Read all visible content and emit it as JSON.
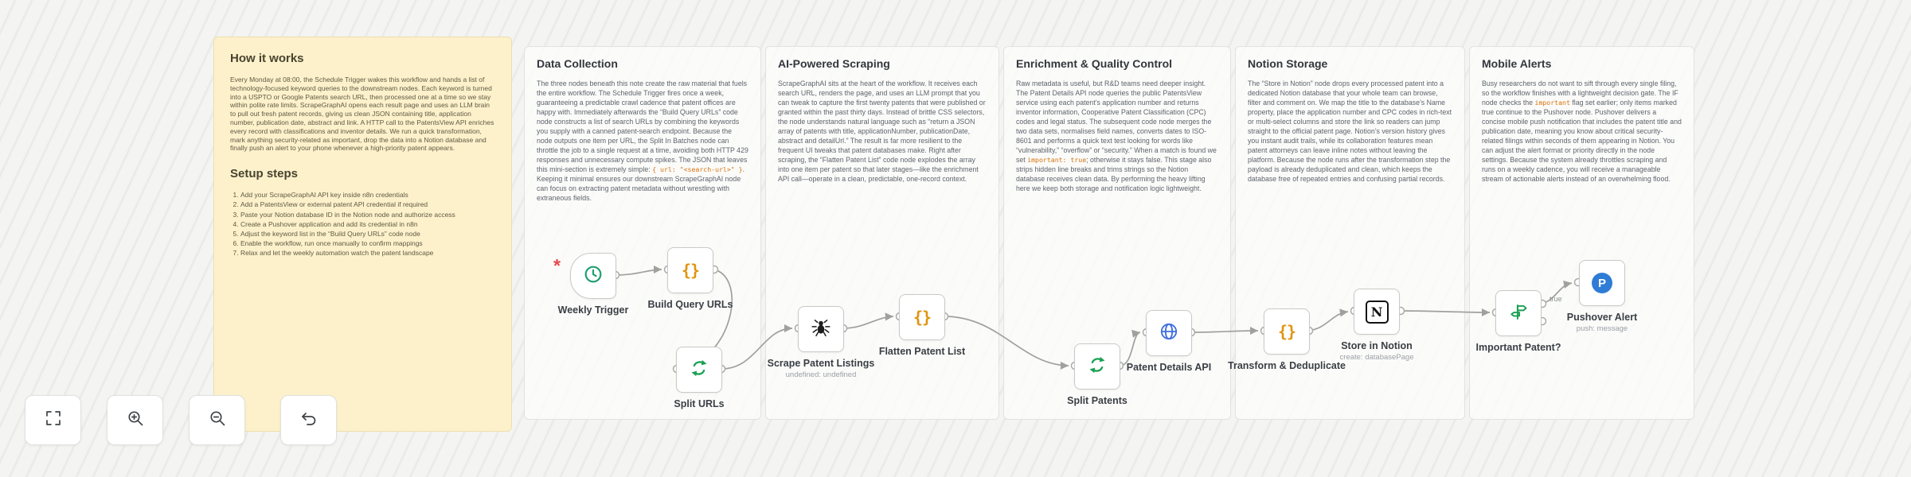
{
  "colors": {
    "sticky_yellow": "#fdf1cb",
    "panel_bg": "#fbfbfa",
    "node_border": "#c9c9c6",
    "wire": "#a0a09d",
    "accent_green": "#1aa053",
    "accent_orange": "#e0940f",
    "accent_blue": "#2e7cd6",
    "alert_red": "#e5484d",
    "code_orange": "#d9730d"
  },
  "sticky_note": {
    "title": "How it works",
    "paragraph": "Every Monday at 08:00, the Schedule Trigger wakes this workflow and hands a list of technology-focused keyword queries to the downstream nodes. Each keyword is turned into a USPTO or Google Patents search URL, then processed one at a time so we stay within polite rate limits. ScrapeGraphAI opens each result page and uses an LLM brain to pull out fresh patent records, giving us clean JSON containing title, application number, publication date, abstract and link. A HTTP call to the PatentsView API enriches every record with classifications and inventor details. We run a quick transformation, mark anything security-related as important, drop the data into a Notion database and finally push an alert to your phone whenever a high-priority patent appears.",
    "subtitle": "Setup steps",
    "steps": [
      "Add your ScrapeGraphAI API key inside n8n credentials",
      "Add a PatentsView or external patent API credential if required",
      "Paste your Notion database ID in the Notion node and authorize access",
      "Create a Pushover application and add its credential in n8n",
      "Adjust the keyword list in the “Build Query URLs” code node",
      "Enable the workflow, run once manually to confirm mappings",
      "Relax and let the weekly automation watch the patent landscape"
    ]
  },
  "sections": [
    {
      "title": "Data Collection",
      "body": [
        {
          "t": "text",
          "v": "The three nodes beneath this note create the raw material that fuels the entire workflow. The Schedule Trigger fires once a week, guaranteeing a predictable crawl cadence that patent offices are happy with. Immediately afterwards the “Build Query URLs” code node constructs a list of search URLs by combining the keywords you supply with a canned patent-search endpoint. Because the node outputs one item per URL, the Split In Batches node can throttle the job to a single request at a time, avoiding both HTTP 429 responses and unnecessary compute spikes. The JSON that leaves this mini-section is extremely simple: "
        },
        {
          "t": "code",
          "v": "{ url: \"<search-url>\" }"
        },
        {
          "t": "text",
          "v": ". Keeping it minimal ensures our downstream ScrapeGraphAI node can focus on extracting patent metadata without wrestling with extraneous fields."
        }
      ]
    },
    {
      "title": "AI-Powered Scraping",
      "body": [
        {
          "t": "text",
          "v": "ScrapeGraphAI sits at the heart of the workflow. It receives each search URL, renders the page, and uses an LLM prompt that you can tweak to capture the first twenty patents that were published or granted within the past thirty days. Instead of brittle CSS selectors, the node understands natural language such as “return a JSON array of patents with title, applicationNumber, publicationDate, abstract and detailUrl.” The result is far more resilient to the frequent UI tweaks that patent databases make. Right after scraping, the “Flatten Patent List” code node explodes the array into one item per patent so that later stages—like the enrichment API call—operate in a clean, predictable, one-record context."
        }
      ]
    },
    {
      "title": "Enrichment & Quality Control",
      "body": [
        {
          "t": "text",
          "v": "Raw metadata is useful, but R&D teams need deeper insight. The Patent Details API node queries the public PatentsView service using each patent’s application number and returns inventor information, Cooperative Patent Classification (CPC) codes and legal status. The subsequent code node merges the two data sets, normalises field names, converts dates to ISO-8601 and performs a quick text test looking for words like “vulnerability,” “overflow” or “security.” When a match is found we set "
        },
        {
          "t": "code",
          "v": "important: true"
        },
        {
          "t": "text",
          "v": "; otherwise it stays false. This stage also strips hidden line breaks and trims strings so the Notion database receives clean data. By performing the heavy lifting here we keep both storage and notification logic lightweight."
        }
      ]
    },
    {
      "title": "Notion Storage",
      "body": [
        {
          "t": "text",
          "v": "The “Store in Notion” node drops every processed patent into a dedicated Notion database that your whole team can browse, filter and comment on. We map the title to the database’s Name property, place the application number and CPC codes in rich-text or multi-select columns and store the link so readers can jump straight to the official patent page. Notion’s version history gives you instant audit trails, while its collaboration features mean patent attorneys can leave inline notes without leaving the platform. Because the node runs after the transformation step the payload is already deduplicated and clean, which keeps the database free of repeated entries and confusing partial records."
        }
      ]
    },
    {
      "title": "Mobile Alerts",
      "body": [
        {
          "t": "text",
          "v": "Busy researchers do not want to sift through every single filing, so the workflow finishes with a lightweight decision gate. The IF node checks the "
        },
        {
          "t": "code",
          "v": "important"
        },
        {
          "t": "text",
          "v": " flag set earlier; only items marked true continue to the Pushover node. Pushover delivers a concise mobile push notification that includes the patent title and publication date, meaning you know about critical security-related filings within seconds of them appearing in Notion. You can adjust the alert format or priority directly in the node settings. Because the system already throttles scraping and runs on a weekly cadence, you will receive a manageable stream of actionable alerts instead of an overwhelming flood."
        }
      ]
    }
  ],
  "nodes": [
    {
      "label": "Weekly Trigger",
      "icon": "clock-icon"
    },
    {
      "label": "Build Query URLs",
      "icon": "code-braces-icon"
    },
    {
      "label": "Split URLs",
      "icon": "loop-icon"
    },
    {
      "label": "Scrape Patent Listings",
      "icon": "spider-icon",
      "sublabel": "undefined: undefined"
    },
    {
      "label": "Flatten Patent List",
      "icon": "code-braces-icon"
    },
    {
      "label": "Split Patents",
      "icon": "loop-icon"
    },
    {
      "label": "Patent Details API",
      "icon": "globe-icon"
    },
    {
      "label": "Transform & Deduplicate",
      "icon": "code-braces-icon"
    },
    {
      "label": "Store in Notion",
      "icon": "notion-icon",
      "sublabel": "create: databasePage"
    },
    {
      "label": "Important Patent?",
      "icon": "if-signpost-icon",
      "output_label": "true"
    },
    {
      "label": "Pushover Alert",
      "icon": "pushover-icon",
      "sublabel": "push: message"
    }
  ],
  "controls": {
    "buttons": [
      "fit-view",
      "zoom-in",
      "zoom-out",
      "undo"
    ]
  }
}
